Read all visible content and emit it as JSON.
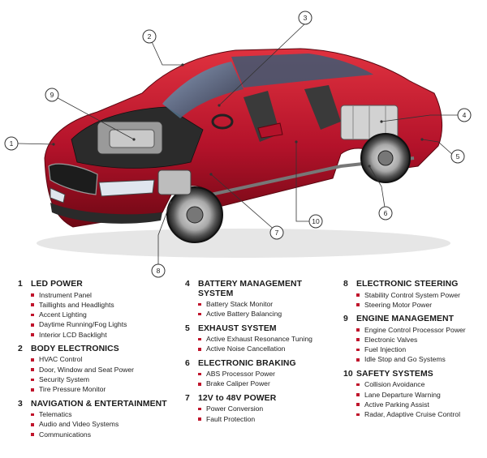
{
  "callouts": [
    "1",
    "2",
    "3",
    "4",
    "5",
    "6",
    "7",
    "8",
    "9",
    "10"
  ],
  "sections": [
    {
      "num": "1",
      "title": "LED POWER",
      "items": [
        "Instrument Panel",
        "Taillights and Headlights",
        "Accent Lighting",
        "Daytime Running/Fog Lights",
        "Interior LCD Backlight"
      ]
    },
    {
      "num": "2",
      "title": "BODY ELECTRONICS",
      "items": [
        "HVAC Control",
        "Door, Window and Seat Power",
        "Security System",
        "Tire Pressure Monitor"
      ]
    },
    {
      "num": "3",
      "title": "NAVIGATION & ENTERTAINMENT",
      "items": [
        "Telematics",
        "Audio and Video Systems",
        "Communications"
      ]
    },
    {
      "num": "4",
      "title": "BATTERY MANAGEMENT SYSTEM",
      "items": [
        "Battery Stack Monitor",
        "Active Battery Balancing"
      ]
    },
    {
      "num": "5",
      "title": "EXHAUST SYSTEM",
      "items": [
        "Active Exhaust Resonance Tuning",
        "Active Noise Cancellation"
      ]
    },
    {
      "num": "6",
      "title": "ELECTRONIC BRAKING",
      "items": [
        "ABS Processor Power",
        "Brake Caliper Power"
      ]
    },
    {
      "num": "7",
      "title": "12V to 48V POWER",
      "items": [
        "Power Conversion",
        "Fault Protection"
      ]
    },
    {
      "num": "8",
      "title": "ELECTRONIC STEERING",
      "items": [
        "Stability Control System Power",
        "Steering Motor Power"
      ]
    },
    {
      "num": "9",
      "title": "ENGINE MANAGEMENT",
      "items": [
        "Engine Control Processor Power",
        "Electronic Valves",
        "Fuel Injection",
        "Idle Stop and Go Systems"
      ]
    },
    {
      "num": "10",
      "title": "SAFETY SYSTEMS",
      "items": [
        "Collision Avoidance",
        "Lane Departure Warning",
        "Active Parking Assist",
        "Radar, Adaptive Cruise Control"
      ]
    }
  ],
  "colors": {
    "car_body": "#b3122a",
    "bullet": "#c0152c"
  }
}
